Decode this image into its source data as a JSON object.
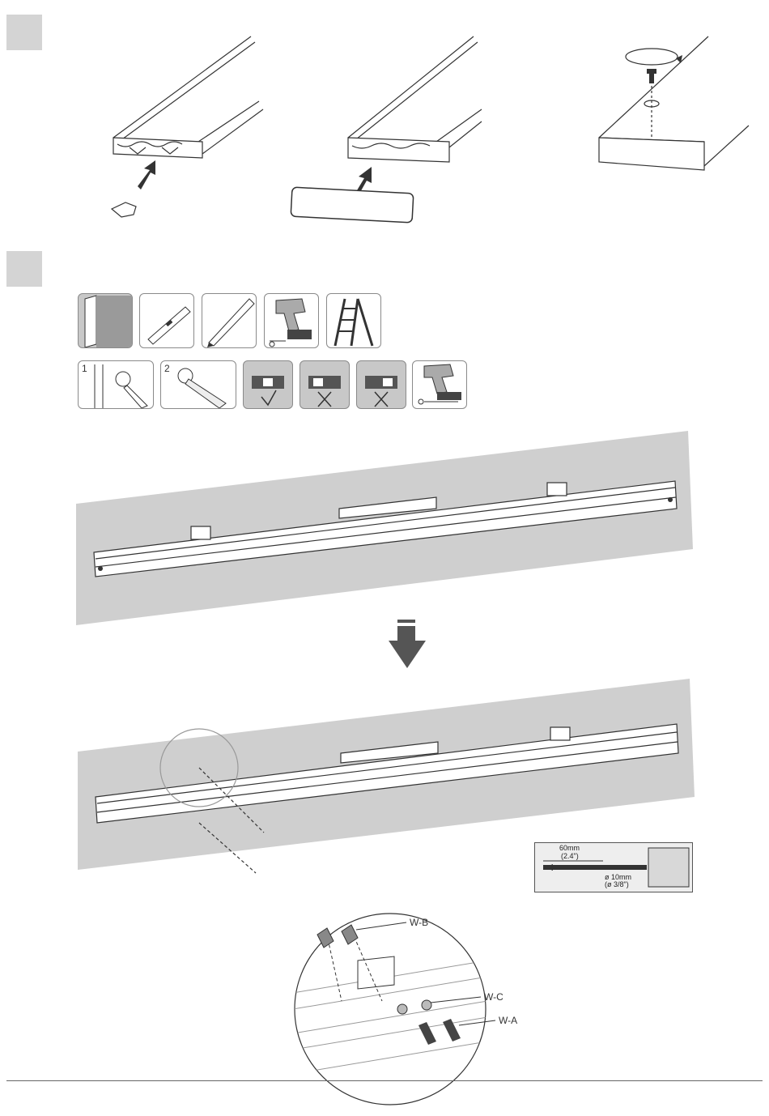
{
  "steps": [
    {
      "id": "step-1"
    },
    {
      "id": "step-2"
    }
  ],
  "tools": [
    "wall-icon",
    "spirit-level-icon",
    "pencil-icon",
    "drill-icon",
    "ladder-icon"
  ],
  "procedure": [
    {
      "number": "1",
      "icon": "mark-hole-icon"
    },
    {
      "number": "2",
      "icon": "drill-bit-icon"
    },
    {
      "icon": "level-ok-icon",
      "mark": "✓"
    },
    {
      "icon": "level-tilted-icon",
      "mark": "✕"
    },
    {
      "icon": "level-tilted-icon",
      "mark": "✕"
    },
    {
      "icon": "drill-screw-icon"
    }
  ],
  "drill_spec": {
    "depth_mm": "60mm",
    "depth_in": "(2.4\")",
    "diameter_mm": "ø 10mm",
    "diameter_in": "(ø 3/8\")"
  },
  "callouts": {
    "wb": "W-B",
    "wc": "W-C",
    "wa": "W-A"
  },
  "colors": {
    "wall": "#cfcfcf",
    "wall_shadow": "#b5b5b5",
    "step_box": "#d4d4d4",
    "line": "#333333"
  }
}
